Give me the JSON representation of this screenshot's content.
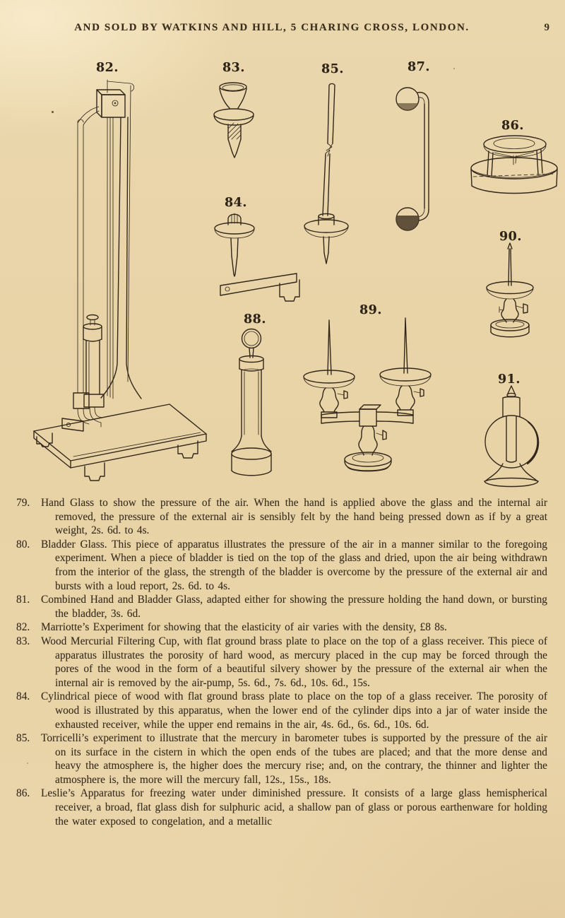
{
  "page": {
    "header": "AND SOLD BY WATKINS AND HILL, 5 CHARING CROSS, LONDON.",
    "page_number": "9",
    "paper_color": "#e9d5aa",
    "ink_color": "#32271a"
  },
  "figures": [
    {
      "label": "82."
    },
    {
      "label": "83."
    },
    {
      "label": "84."
    },
    {
      "label": "85."
    },
    {
      "label": "86."
    },
    {
      "label": "87."
    },
    {
      "label": "88."
    },
    {
      "label": "89."
    },
    {
      "label": "90."
    },
    {
      "label": "91."
    }
  ],
  "catalog_items": [
    {
      "number": "79.",
      "text": "Hand Glass to show the pressure of the air.  When the hand is applied above the glass and the internal air removed, the pressure of the external air is sensibly felt by the hand being pressed down as if by a great weight, 2s. 6d. to 4s."
    },
    {
      "number": "80.",
      "text": "Bladder Glass.  This piece of apparatus illustrates the pressure of the air in a manner similar to the foregoing experiment.  When a piece of bladder is tied on the top of the glass and dried, upon the air being withdrawn from the interior of the glass, the strength of the bladder is overcome by the pressure of the external air and bursts with a loud report, 2s. 6d. to 4s."
    },
    {
      "number": "81.",
      "text": "Combined Hand and Bladder Glass, adapted either for showing the pressure holding the hand down, or bursting the bladder, 3s. 6d."
    },
    {
      "number": "82.",
      "text": "Marriotte’s Experiment for showing that the elasticity of air varies with the density, £8 8s."
    },
    {
      "number": "83.",
      "text": "Wood Mercurial Filtering Cup, with flat ground brass plate to place on the top of a glass receiver.  This piece of apparatus illustrates the porosity of hard wood, as mercury placed in the cup may be forced through the pores of the wood in the form of a beautiful silvery shower by the pressure of the external air when the internal air is removed by the air-pump, 5s. 6d., 7s. 6d., 10s. 6d., 15s."
    },
    {
      "number": "84.",
      "text": "Cylindrical piece of wood with flat ground brass plate to place on the top of a glass receiver.  The porosity of wood is illustrated by this apparatus, when the lower end of the cylinder dips into a jar of water inside the exhausted receiver, while the upper end remains in the air, 4s. 6d., 6s. 6d., 10s. 6d."
    },
    {
      "number": "85.",
      "text": "Torricelli’s experiment to illustrate that the mercury in barometer tubes is supported by the pressure of the air on its surface in the cistern in which the open ends of the tubes are placed; and that the more dense and heavy the atmosphere is, the higher does the mercury rise; and, on the contrary, the thinner and lighter the atmosphere is, the more will the mercury fall, 12s., 15s., 18s."
    },
    {
      "number": "86.",
      "text": "Leslie’s Apparatus for freezing water under diminished pressure.  It consists of a large glass hemispherical receiver, a broad, flat glass dish for sulphuric acid, a shallow pan of glass or porous earthenware for holding the water exposed to congelation, and a metallic"
    }
  ]
}
